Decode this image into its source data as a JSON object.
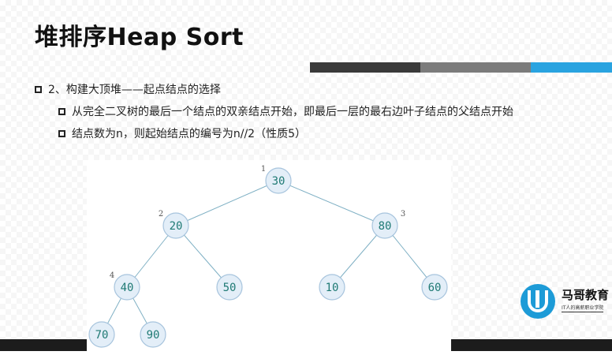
{
  "slide": {
    "title": "堆排序Heap Sort",
    "bullets": [
      "2、构建大顶堆——起点结点的选择",
      "从完全二叉树的最后一个结点的双亲结点开始，即最后一层的最右边叶子结点的父结点开始",
      "结点数为n，则起始结点的编号为n//2（性质5）"
    ],
    "bar_colors": [
      "#3a3a3a",
      "#7b7b7b",
      "#29a3e0"
    ]
  },
  "tree": {
    "nodes": [
      {
        "value": "30",
        "index": "1"
      },
      {
        "value": "20",
        "index": "2"
      },
      {
        "value": "80",
        "index": "3"
      },
      {
        "value": "40",
        "index": "4"
      },
      {
        "value": "50",
        "index": ""
      },
      {
        "value": "10",
        "index": ""
      },
      {
        "value": "60",
        "index": ""
      },
      {
        "value": "70",
        "index": ""
      },
      {
        "value": "90",
        "index": ""
      }
    ],
    "node_fill": "#e3eef8",
    "node_stroke": "#a7c4dd",
    "value_color": "#1f7a74",
    "edge_color": "#7fb0c4"
  },
  "logo": {
    "name": "马哥教育",
    "slogan": "IT人的高薪职业学院"
  }
}
